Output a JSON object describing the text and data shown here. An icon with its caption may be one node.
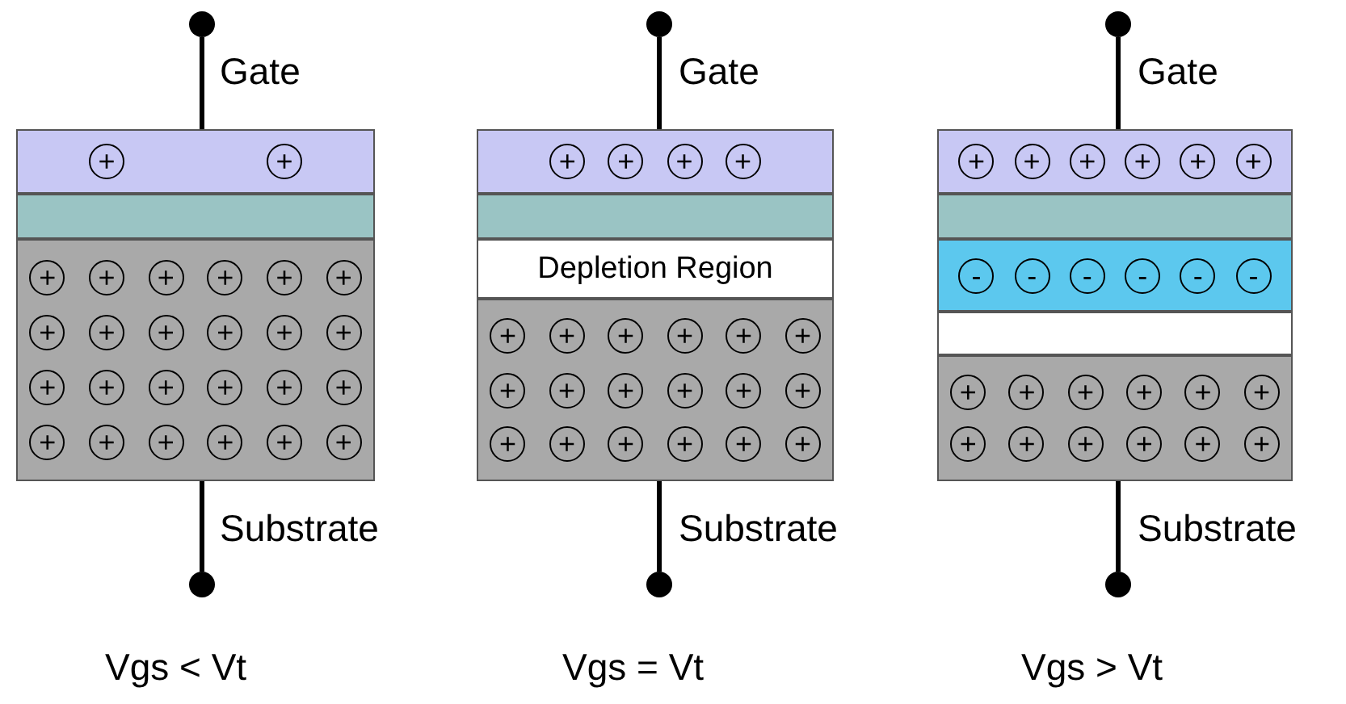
{
  "diagram": {
    "nodes": [
      {
        "text": [],
        "shape": "circle"
      },
      {
        "text": [
          "+",
          "+"
        ]
      },
      {
        "text": [],
        "shape": "box"
      },
      {
        "text": [
          "+",
          "+",
          "+",
          "+",
          "+",
          "+",
          "+",
          "+",
          "+",
          "+",
          "+",
          "+",
          "+",
          "+",
          "+",
          "+",
          "+",
          "+",
          "+",
          "+",
          "+",
          "+",
          "+",
          "+"
        ]
      },
      {
        "text": [],
        "shape": "circle"
      },
      {
        "text": [],
        "shape": "circle"
      },
      {
        "text": [
          "+",
          "+",
          "+",
          "+"
        ]
      },
      {
        "text": [],
        "shape": "box"
      },
      {
        "text": [
          "Depletion Region"
        ]
      },
      {
        "text": [
          "+",
          "+",
          "+",
          "+",
          "+",
          "+",
          "+",
          "+",
          "+",
          "+",
          "+",
          "+",
          "+",
          "+",
          "+",
          "+",
          "+",
          "+"
        ]
      },
      {
        "text": [],
        "shape": "circle"
      },
      {
        "text": [],
        "shape": "circle"
      },
      {
        "text": [
          "+",
          "+",
          "+",
          "+",
          "+",
          "+"
        ]
      },
      {
        "text": [],
        "shape": "box"
      },
      {
        "text": [
          "-",
          "-",
          "-",
          "-",
          "-",
          "-"
        ]
      },
      {
        "text": [],
        "shape": "box"
      },
      {
        "text": [
          "+",
          "+",
          "+",
          "+",
          "+",
          "+",
          "+",
          "+",
          "+",
          "+",
          "+",
          "+"
        ]
      },
      {
        "text": [],
        "shape": "circle"
      }
    ],
    "edges": [
      {
        "from": 0,
        "to": 1,
        "arrow": "none"
      },
      {
        "from": 3,
        "to": 4,
        "arrow": "none"
      },
      {
        "from": 5,
        "to": 6,
        "arrow": "none"
      },
      {
        "from": 9,
        "to": 10,
        "arrow": "none"
      },
      {
        "from": 11,
        "to": 12,
        "arrow": "none"
      },
      {
        "from": 16,
        "to": 17,
        "arrow": "none"
      }
    ],
    "labels": [
      "Gate",
      "Gate",
      "Gate",
      "Substrate",
      "Substrate",
      "Substrate",
      "Vgs < Vt",
      "Vgs = Vt",
      "Vgs > Vt"
    ]
  }
}
